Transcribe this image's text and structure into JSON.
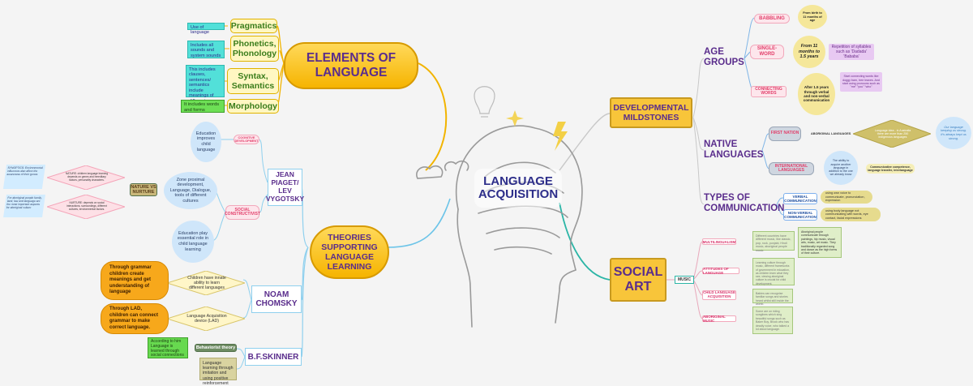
{
  "center": {
    "title": "LANGUAGE ACQUISITION"
  },
  "elements": {
    "title": "ELEMENTS OF LANGUAGE",
    "items": [
      {
        "label": "Pragmatics",
        "note": "Use of language"
      },
      {
        "label": "Phonetics, Phonology",
        "note": "Includes all sounds and system sounds"
      },
      {
        "label": "Syntax, Semantics",
        "note": "This includes clauses, sentences/ semantics include meanings of different ways"
      },
      {
        "label": "Morphology",
        "note": "It includes words and forms"
      }
    ]
  },
  "theories": {
    "title": "THEORIES SUPPORTING LANGUAGE LEARNING",
    "piaget": {
      "label": "JEAN PIAGET/ LEV VYGOTSKY",
      "cognitive": "COGNITIVE DEVELOPMENT",
      "social": "SOCIAL CONSTRUCTIVIST",
      "improve": "Education improves child language",
      "zone": "Zone proximal development, Language, Dialogue, tools of different cultures",
      "play": "Education play essential role in child language learning",
      "nature_nurture": "NATURE VS NURTURE",
      "nature": "NATURE: children language learning depends on genes and hereditary factors, personality characters.",
      "nurture": "NURTURE: depends on social interactions, surroundings, different cultures, environmental factors.",
      "synoptics": "SYNOPTICS: Environmental influences also affect the awareness of their genes",
      "aboriginal": "For aboriginal people family, land, law and language are the most important aspects for aboriginal culture"
    },
    "chomsky": {
      "label": "NOAM CHOMSKY",
      "innate": "Children have innate ability to learn different languages",
      "lad": "Language Acquisition device (LAD)",
      "grammar": "Through grammar children create meanings and get understanding of language",
      "through_lad": "Through LAD, children can connect grammar to make correct language."
    },
    "skinner": {
      "label": "B.F.SKINNER",
      "behaviorist": "Behaviorist theory",
      "according": "According to him Language is learned through social connections",
      "imitation": "Language learning through imitation and using positive reinforcement"
    }
  },
  "development": {
    "title": "DEVELOPMENTAL MILDSTONES",
    "age": {
      "label": "AGE GROUPS",
      "babbling": "BABBLING",
      "babbling_age": "From birth to 11 months of age",
      "single": "SINGLE-WORD",
      "single_age": "From 11 months to 1.5 years",
      "single_note": "Repetition of syllables such as 'Dadada' 'Bababa'",
      "connecting": "CONNECTING WORDS",
      "connecting_age": "After 1.5 years through verbal and non-verbal communication",
      "connecting_note": "Start connecting words like doggy barn, tree leaves. And start using pronouns such as \"me\" \"you\" \"who\""
    },
    "native": {
      "label": "NATIVE LANGUAGES",
      "first": "FIRST NATION",
      "aboriginal": "ABORIGINAL LANGUAGES",
      "aboriginal_note": "Language idea - in Australia there are more than 250 indigenous languages",
      "ours": "Our language keeping us strong. It's always kept us strong.",
      "international": "INTERNATIONAL LANGUAGES",
      "ability": "The ability to acquire another language in addition to the one we already know",
      "communicative": "Communicative competence, language transfer, interlanguage"
    },
    "types": {
      "label": "TYPES OF COMMUNICATION",
      "verbal": "VERBAL COMMUNICATION",
      "verbal_note": "using own voice to communicate, pronunciation, expression",
      "nonverbal": "NON-VERBAL COMMUNICATION",
      "nonverbal_note": "using body language not communicating with words, eye contact, facial expressions"
    }
  },
  "social_art": {
    "title": "SOCIAL ART",
    "music": "MUSIC",
    "items": [
      {
        "label": "MULTILINGUALISM",
        "note": "Different countries have different music, like classic, pop, rock, punjabi, Hindi music, aboriginal people music",
        "note2": "Aboriginal people communicate through paintings, hip music, visual arts, music, art music. They traditionally regarded song and dance as the high forms of their culture."
      },
      {
        "label": "ATTITUDES OF LANGUAGE",
        "note": "Learning culture through music, different frameworks of government in education, as children learn what they see, viewing aboriginal culture is crucial for child development."
      },
      {
        "label": "CHILD LANGUAGE ACQUISITION",
        "note": "Babies can recognise familiar songs and stories heard whilst still inside the womb."
      },
      {
        "label": "ABORIGINAL MUSIC",
        "note": "Some are on riding songlines which sing beautiful songs such as Baker Boy, Brook who has deadly voice, who talked a lot about language."
      }
    ]
  }
}
